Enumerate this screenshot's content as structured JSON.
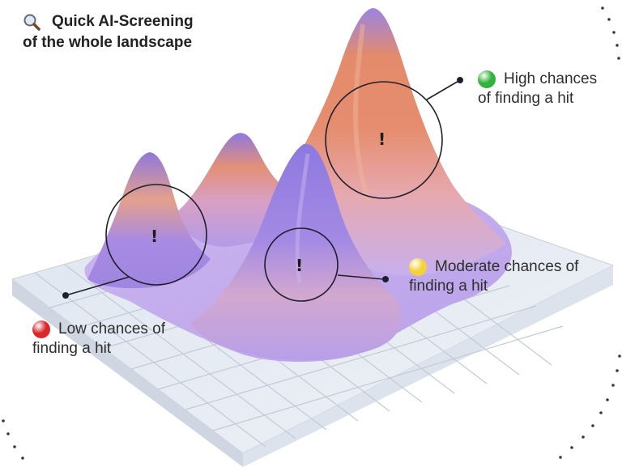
{
  "title": {
    "line1": "Quick AI-Screening",
    "line2": "of the whole landscape",
    "icon": "magnifier-icon"
  },
  "annotations": {
    "high": {
      "line1": "High chances",
      "line2": "of finding a hit",
      "color": "#2fb33a"
    },
    "moderate": {
      "line1": "Moderate chances of",
      "line2": "finding a hit",
      "color": "#f3d23a"
    },
    "low": {
      "line1": "Low chances of",
      "line2": "finding a hit",
      "color": "#d9262b"
    }
  },
  "marker_symbol": "!",
  "colors": {
    "peak_orange": "#e58a6a",
    "peak_pink": "#e7a5a8",
    "peak_violet": "#9d7ee0",
    "base_lilac": "#c9b2ee",
    "tile": "#e6eaf2"
  }
}
